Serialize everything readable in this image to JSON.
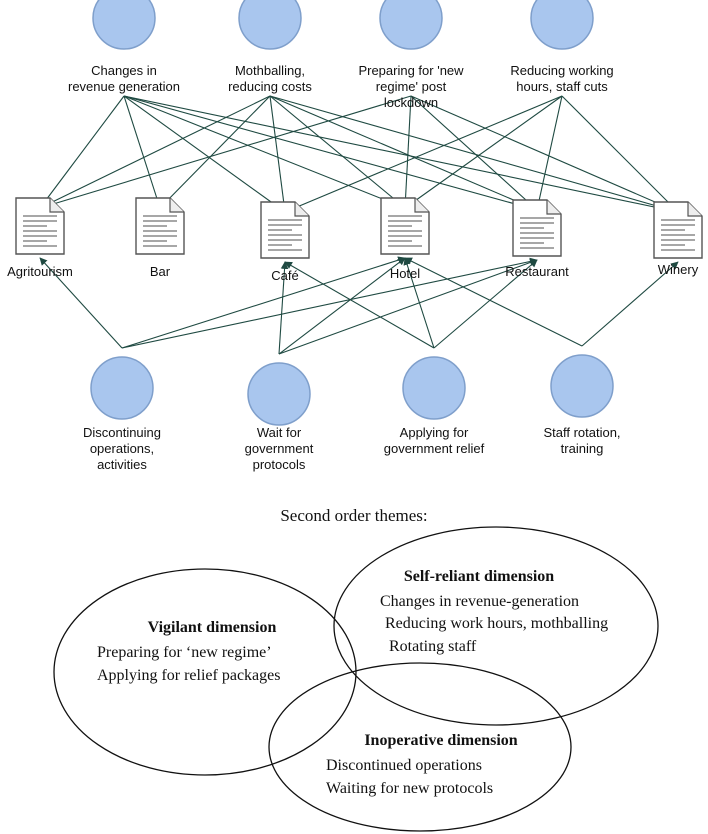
{
  "network": {
    "top_codes": [
      {
        "id": "changes",
        "lines": [
          "Changes in",
          "revenue generation"
        ]
      },
      {
        "id": "mothballing",
        "lines": [
          "Mothballing,",
          "reducing costs"
        ]
      },
      {
        "id": "preparing",
        "lines": [
          "Preparing for 'new",
          "regime' post",
          "lockdown"
        ]
      },
      {
        "id": "reducing",
        "lines": [
          "Reducing working",
          "hours, staff cuts"
        ]
      }
    ],
    "documents": [
      {
        "id": "agritourism",
        "label": "Agritourism"
      },
      {
        "id": "bar",
        "label": "Bar"
      },
      {
        "id": "cafe",
        "label": "Café"
      },
      {
        "id": "hotel",
        "label": "Hotel"
      },
      {
        "id": "restaurant",
        "label": "Restaurant"
      },
      {
        "id": "winery",
        "label": "Winery"
      }
    ],
    "bottom_codes": [
      {
        "id": "discontinuing",
        "lines": [
          "Discontinuing",
          "operations,",
          "activities"
        ]
      },
      {
        "id": "wait",
        "lines": [
          "Wait for",
          "government",
          "protocols"
        ]
      },
      {
        "id": "applying",
        "lines": [
          "Applying for",
          "government relief"
        ]
      },
      {
        "id": "rotation",
        "lines": [
          "Staff rotation,",
          "training"
        ]
      }
    ],
    "links": [
      [
        "changes",
        "agritourism"
      ],
      [
        "changes",
        "bar"
      ],
      [
        "changes",
        "cafe"
      ],
      [
        "changes",
        "hotel"
      ],
      [
        "changes",
        "restaurant"
      ],
      [
        "changes",
        "winery"
      ],
      [
        "mothballing",
        "agritourism"
      ],
      [
        "mothballing",
        "bar"
      ],
      [
        "mothballing",
        "cafe"
      ],
      [
        "mothballing",
        "hotel"
      ],
      [
        "mothballing",
        "restaurant"
      ],
      [
        "mothballing",
        "winery"
      ],
      [
        "preparing",
        "agritourism"
      ],
      [
        "preparing",
        "hotel"
      ],
      [
        "preparing",
        "restaurant"
      ],
      [
        "preparing",
        "winery"
      ],
      [
        "reducing",
        "cafe"
      ],
      [
        "reducing",
        "hotel"
      ],
      [
        "reducing",
        "restaurant"
      ],
      [
        "reducing",
        "winery"
      ],
      [
        "discontinuing",
        "agritourism"
      ],
      [
        "discontinuing",
        "hotel"
      ],
      [
        "discontinuing",
        "restaurant"
      ],
      [
        "wait",
        "cafe"
      ],
      [
        "wait",
        "hotel"
      ],
      [
        "wait",
        "restaurant"
      ],
      [
        "applying",
        "cafe"
      ],
      [
        "applying",
        "hotel"
      ],
      [
        "applying",
        "restaurant"
      ],
      [
        "rotation",
        "hotel"
      ],
      [
        "rotation",
        "winery"
      ]
    ]
  },
  "themes": {
    "heading": "Second order themes:",
    "self_reliant": {
      "title": "Self-reliant dimension",
      "items": [
        "Changes in revenue-generation",
        "Reducing work hours, mothballing",
        "Rotating staff"
      ]
    },
    "vigilant": {
      "title": "Vigilant dimension",
      "items": [
        "Preparing for ‘new regime’",
        "Applying for relief packages"
      ]
    },
    "inoperative": {
      "title": "Inoperative dimension",
      "items": [
        "Discontinued operations",
        "Waiting for new protocols"
      ]
    }
  },
  "colors": {
    "node_fill": "#a9c6ee",
    "node_stroke": "#7f9fcb",
    "edge": "#1f4a42",
    "doc_stroke": "#555555"
  }
}
